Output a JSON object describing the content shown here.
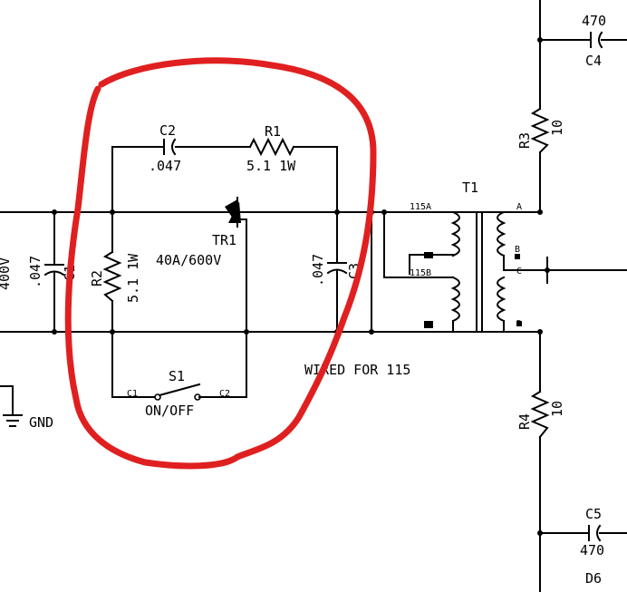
{
  "labels": {
    "c1_value": ".047",
    "c1_ref": "C1",
    "voltage": "400V",
    "c2_ref": "C2",
    "c2_value": ".047",
    "r1_ref": "R1",
    "r1_value": "5.1 1W",
    "r2_ref": "R2",
    "r2_value": "5.1 1W",
    "tr1_ref": "TR1",
    "tr1_value": "40A/600V",
    "c3_value": ".047",
    "c3_ref": "C3",
    "s1_ref": "S1",
    "s1_t1": "C1",
    "s1_t2": "C2",
    "s1_state": "ON/OFF",
    "wired_for": "WIRED FOR 115",
    "gnd": "GND",
    "t1_ref": "T1",
    "t1_tap_115a": "115A",
    "t1_tap_115b": "115B",
    "t1_sec_a": "A",
    "t1_sec_b": "B",
    "t1_sec_c": "C",
    "t1_sec_d": "D",
    "c4_value": "470",
    "c4_ref": "C4",
    "r3_ref": "R3",
    "r3_value": "10",
    "r4_ref": "R4",
    "r4_value": "10",
    "c5_ref": "C5",
    "c5_value": "470",
    "d6_ref": "D6"
  },
  "colors": {
    "line": "#000000",
    "annotation": "#e02020",
    "background": "#ffffff"
  }
}
